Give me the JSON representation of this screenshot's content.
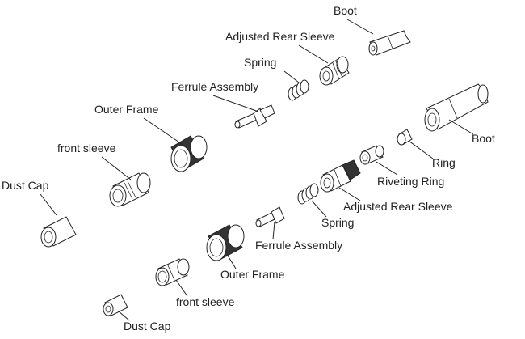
{
  "labels": {
    "boot_top": "Boot",
    "adjusted_rear_sleeve_top": "Adjusted Rear Sleeve",
    "spring_top": "Spring",
    "ferrule_assembly_top": "Ferrule Assembly",
    "outer_frame_top": "Outer Frame",
    "front_sleeve_top": "front sleeve",
    "dust_cap_top": "Dust Cap",
    "boot_bottom": "Boot",
    "ring_bottom": "Ring",
    "riveting_ring_bottom": "Riveting Ring",
    "adjusted_rear_sleeve_bottom": "Adjusted Rear Sleeve",
    "spring_bottom": "Spring",
    "ferrule_assembly_bottom": "Ferrule Assembly",
    "outer_frame_bottom": "Outer Frame",
    "front_sleeve_bottom": "front sleeve",
    "dust_cap_bottom": "Dust Cap"
  },
  "colors": {
    "line": "#222222",
    "fill": "#ffffff",
    "knurl": "#333333"
  }
}
